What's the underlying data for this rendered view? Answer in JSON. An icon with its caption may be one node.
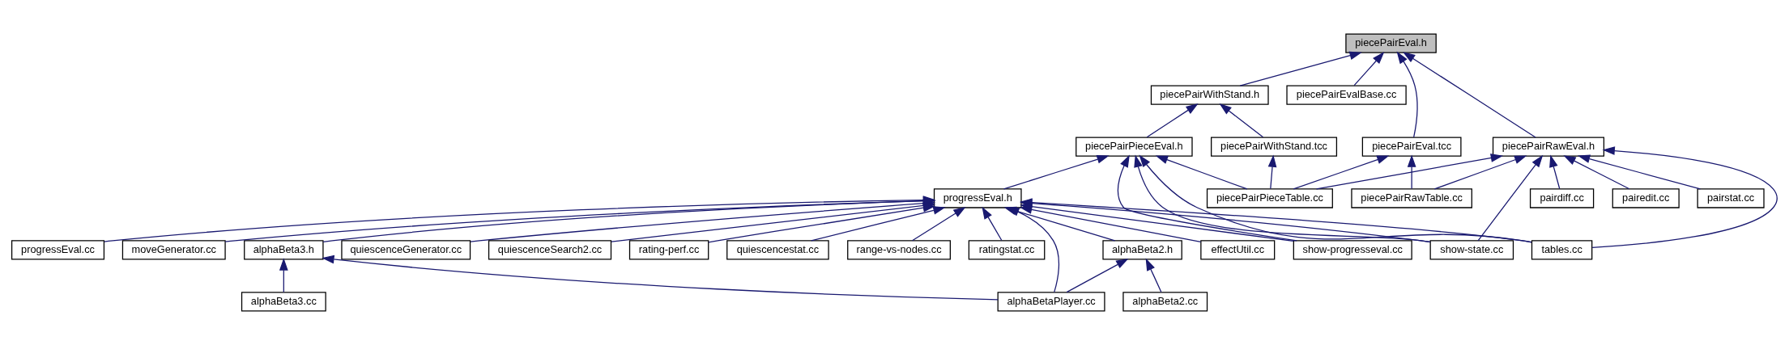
{
  "diagram": {
    "nodes": [
      {
        "text": [
          "piecePairEval.h"
        ]
      },
      {
        "text": [
          "piecePairWithStand.h"
        ]
      },
      {
        "text": [
          "piecePairEvalBase.cc"
        ]
      },
      {
        "text": [
          "piecePairEval.tcc"
        ]
      },
      {
        "text": [
          "piecePairRawEval.h"
        ]
      },
      {
        "text": [
          "piecePairWithStand.tcc"
        ]
      },
      {
        "text": [
          "piecePairPieceEval.h"
        ]
      },
      {
        "text": [
          "piecePairRawTable.cc"
        ]
      },
      {
        "text": [
          "pairdiff.cc"
        ]
      },
      {
        "text": [
          "pairedit.cc"
        ]
      },
      {
        "text": [
          "pairstat.cc"
        ]
      },
      {
        "text": [
          "piecePairPieceTable.cc"
        ]
      },
      {
        "text": [
          "progressEval.h"
        ]
      },
      {
        "text": [
          "show-state.cc"
        ]
      },
      {
        "text": [
          "tables.cc"
        ]
      },
      {
        "text": [
          "quiescenceGenerator.cc"
        ]
      },
      {
        "text": [
          "quiescenceSearch2.cc"
        ]
      },
      {
        "text": [
          "rating-perf.cc"
        ]
      },
      {
        "text": [
          "quiescencestat.cc"
        ]
      },
      {
        "text": [
          "range-vs-nodes.cc"
        ]
      },
      {
        "text": [
          "ratingstat.cc"
        ]
      },
      {
        "text": [
          "alphaBeta2.h"
        ]
      },
      {
        "text": [
          "alphaBeta3.h"
        ]
      },
      {
        "text": [
          "effectUtil.cc"
        ]
      },
      {
        "text": [
          "progressEval.cc"
        ]
      },
      {
        "text": [
          "moveGenerator.cc"
        ]
      },
      {
        "text": [
          "show-progresseval.cc"
        ]
      },
      {
        "text": [
          "alphaBeta2.cc"
        ]
      },
      {
        "text": [
          "alphaBetaPlayer.cc"
        ]
      },
      {
        "text": [
          "alphaBeta3.cc"
        ]
      }
    ],
    "edges": [
      {
        "from": 3,
        "to": 0,
        "arrow": "to"
      },
      {
        "from": 4,
        "to": 0,
        "arrow": "to"
      },
      {
        "from": 1,
        "to": 0,
        "arrow": "to"
      },
      {
        "from": 2,
        "to": 0,
        "arrow": "to"
      },
      {
        "from": 5,
        "to": 1,
        "arrow": "to"
      },
      {
        "from": 6,
        "to": 1,
        "arrow": "to"
      },
      {
        "from": 7,
        "to": 3,
        "arrow": "to"
      },
      {
        "from": 11,
        "to": 3,
        "arrow": "to"
      },
      {
        "from": 7,
        "to": 4,
        "arrow": "to"
      },
      {
        "from": 8,
        "to": 4,
        "arrow": "to"
      },
      {
        "from": 9,
        "to": 4,
        "arrow": "to"
      },
      {
        "from": 10,
        "to": 4,
        "arrow": "to"
      },
      {
        "from": 11,
        "to": 4,
        "arrow": "to"
      },
      {
        "from": 13,
        "to": 4,
        "arrow": "to"
      },
      {
        "from": 14,
        "to": 4,
        "arrow": "to"
      },
      {
        "from": 11,
        "to": 5,
        "arrow": "to"
      },
      {
        "from": 11,
        "to": 6,
        "arrow": "to"
      },
      {
        "from": 12,
        "to": 6,
        "arrow": "to"
      },
      {
        "from": 13,
        "to": 6,
        "arrow": "to"
      },
      {
        "from": 14,
        "to": 6,
        "arrow": "to"
      },
      {
        "from": 26,
        "to": 6,
        "arrow": "to"
      },
      {
        "from": 13,
        "to": 12,
        "arrow": "to"
      },
      {
        "from": 14,
        "to": 12,
        "arrow": "to"
      },
      {
        "from": 15,
        "to": 12,
        "arrow": "to"
      },
      {
        "from": 16,
        "to": 12,
        "arrow": "to"
      },
      {
        "from": 17,
        "to": 12,
        "arrow": "to"
      },
      {
        "from": 18,
        "to": 12,
        "arrow": "to"
      },
      {
        "from": 19,
        "to": 12,
        "arrow": "to"
      },
      {
        "from": 20,
        "to": 12,
        "arrow": "to"
      },
      {
        "from": 21,
        "to": 12,
        "arrow": "to"
      },
      {
        "from": 28,
        "to": 12,
        "arrow": "to"
      },
      {
        "from": 22,
        "to": 12,
        "arrow": "to"
      },
      {
        "from": 23,
        "to": 12,
        "arrow": "to"
      },
      {
        "from": 24,
        "to": 12,
        "arrow": "to"
      },
      {
        "from": 25,
        "to": 12,
        "arrow": "to"
      },
      {
        "from": 26,
        "to": 12,
        "arrow": "to"
      },
      {
        "from": 27,
        "to": 21,
        "arrow": "to"
      },
      {
        "from": 28,
        "to": 21,
        "arrow": "to"
      },
      {
        "from": 28,
        "to": 22,
        "arrow": "to"
      },
      {
        "from": 29,
        "to": 22,
        "arrow": "to"
      }
    ]
  }
}
